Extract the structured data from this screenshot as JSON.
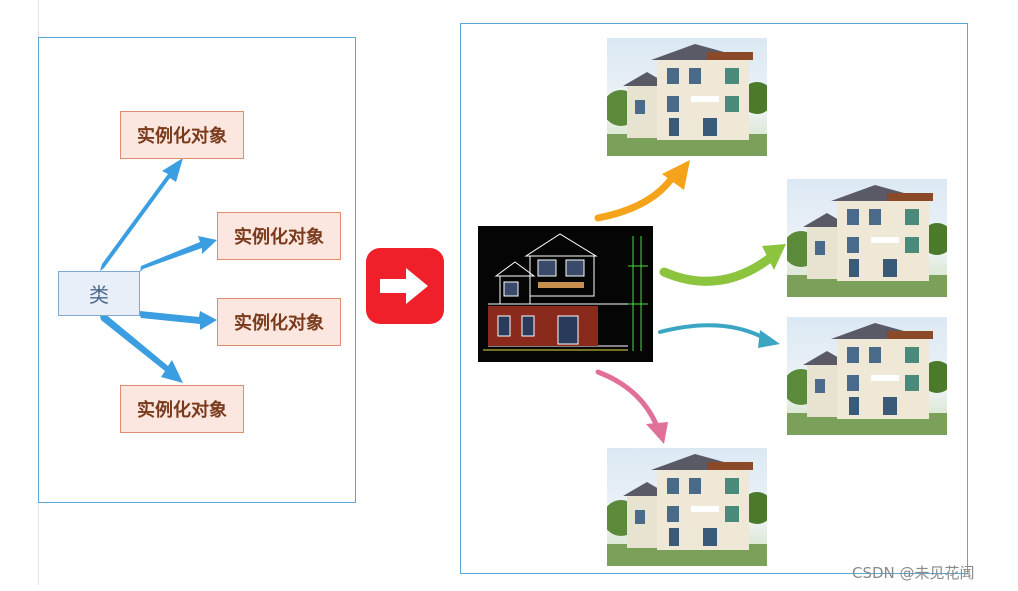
{
  "left": {
    "class_label": "类",
    "objects": [
      "实例化对象",
      "实例化对象",
      "实例化对象",
      "实例化对象"
    ]
  },
  "watermark": "CSDN @未见花闻",
  "colors": {
    "panel_border": "#5aa8d8",
    "blue_arrow": "#3a9ee0",
    "red_arrow_bg": "#f0202a",
    "orange_arrow": "#f5a31a",
    "green_arrow": "#8cc43e",
    "teal_arrow": "#3aa6c4",
    "pink_arrow": "#e0709a",
    "object_box_bg": "#fbe7df",
    "object_box_border": "#e08c6e"
  },
  "icons": {
    "transform_arrow": "right-arrow-icon"
  }
}
